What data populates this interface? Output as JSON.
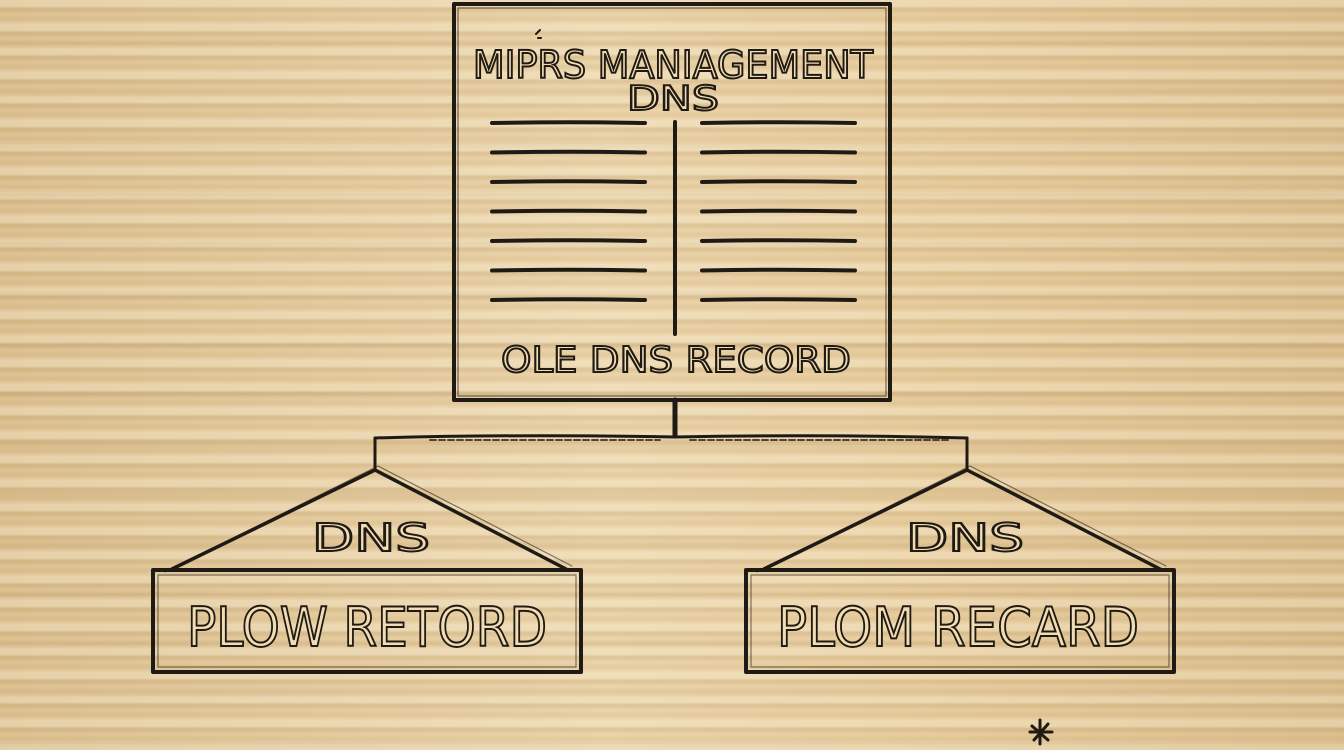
{
  "top_box": {
    "title_line1": "MIPRS MANIAGEMENT",
    "title_line2": "DNS",
    "footer": "OLE DNS RECORD",
    "rows_per_column": 7
  },
  "left_node": {
    "roof_label": "DNS",
    "box_label": "PLOW RETORD"
  },
  "right_node": {
    "roof_label": "DNS",
    "box_label": "PLOM RECARD"
  },
  "colors": {
    "ink": "#1f1a14",
    "wood": "#e2c89a"
  }
}
